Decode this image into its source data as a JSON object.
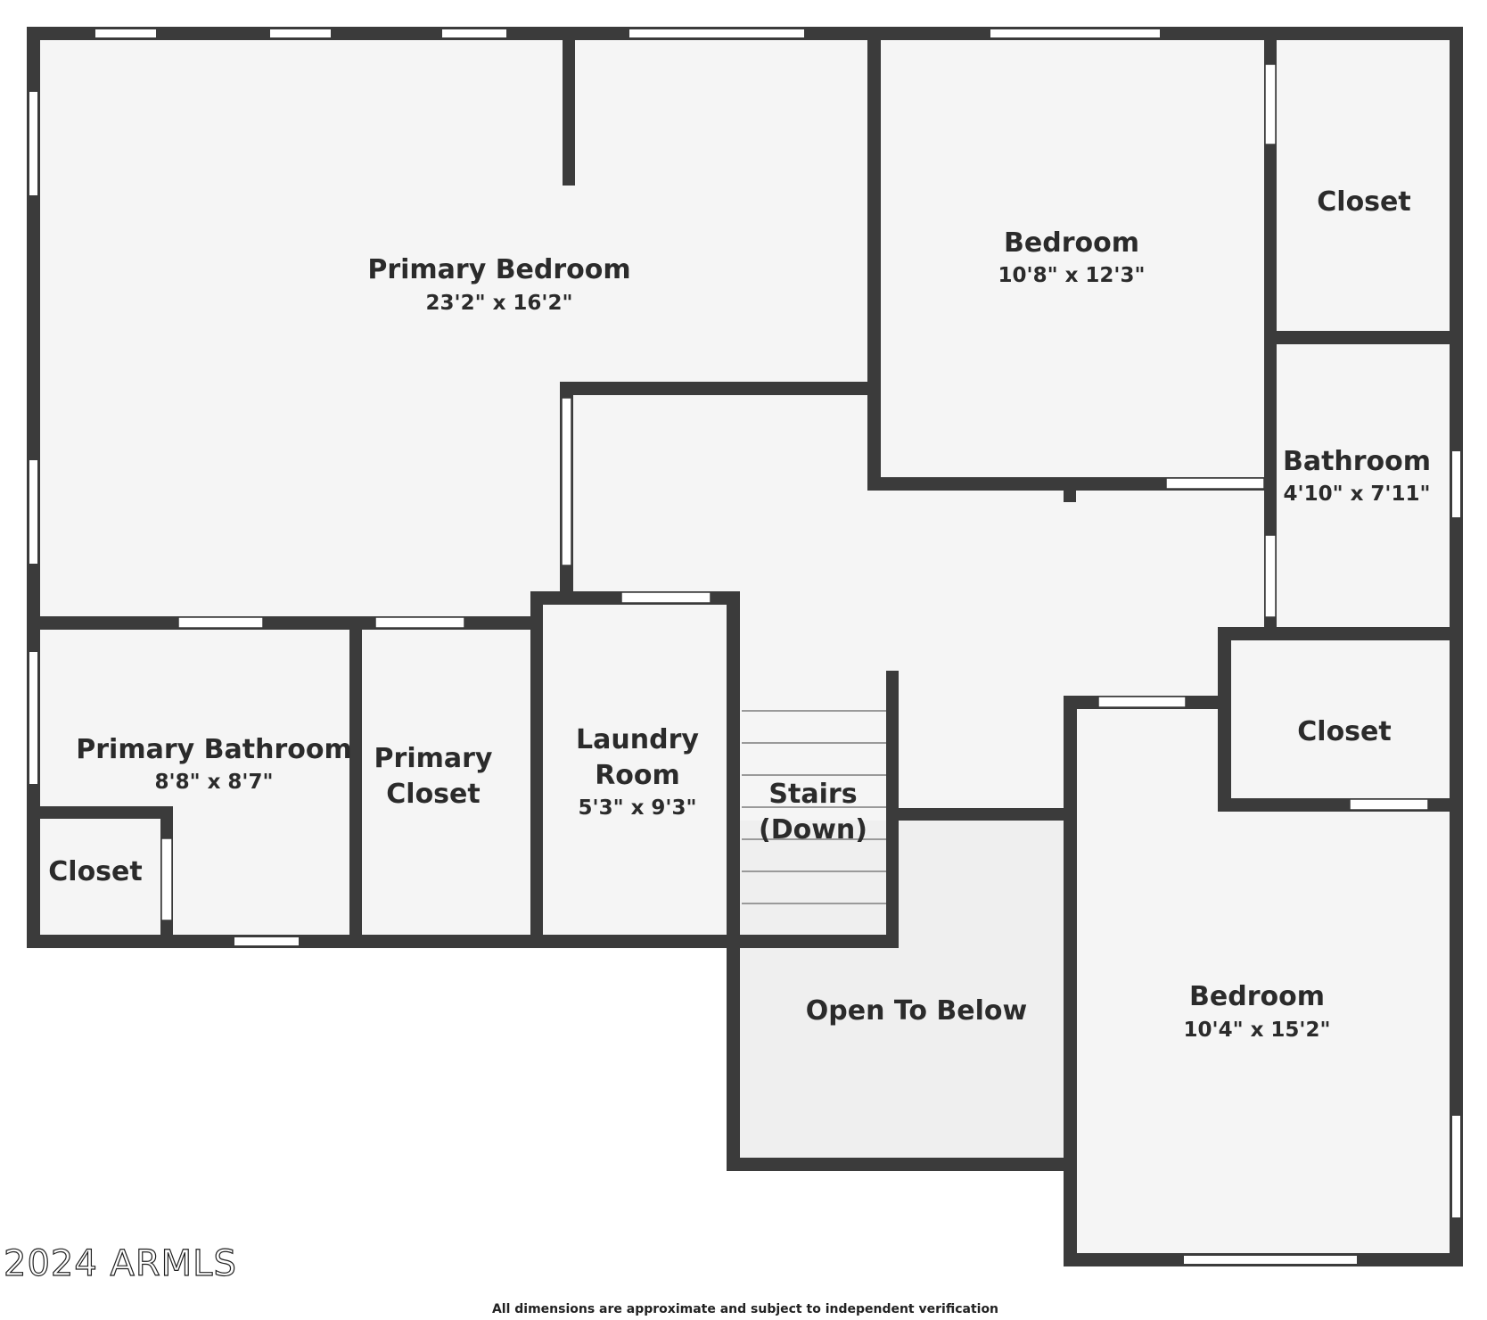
{
  "colors": {
    "wall": "#3b3b3b",
    "floor": "#f5f5f5",
    "open_below": "#efefef",
    "opening": "#ffffff",
    "stair_line": "#9a9a9a"
  },
  "rooms": {
    "primary_bedroom": {
      "name": "Primary Bedroom",
      "dims": "23'2\" x 16'2\""
    },
    "bedroom_1": {
      "name": "Bedroom",
      "dims": "10'8\" x 12'3\""
    },
    "closet_top_right": {
      "name": "Closet"
    },
    "bathroom": {
      "name": "Bathroom",
      "dims": "4'10\" x 7'11\""
    },
    "primary_bathroom": {
      "name": "Primary Bathroom",
      "dims": "8'8\" x 8'7\""
    },
    "primary_closet": {
      "name_line1": "Primary",
      "name_line2": "Closet"
    },
    "laundry_room": {
      "name_line1": "Laundry",
      "name_line2": "Room",
      "dims": "5'3\" x 9'3\""
    },
    "stairs": {
      "name_line1": "Stairs",
      "name_line2": "(Down)"
    },
    "closet_small": {
      "name": "Closet"
    },
    "closet_mid_right": {
      "name": "Closet"
    },
    "open_to_below": {
      "name": "Open To Below"
    },
    "bedroom_2": {
      "name": "Bedroom",
      "dims": "10'4\" x 15'2\""
    }
  },
  "watermark": "2024 ARMLS",
  "disclaimer": "All dimensions are approximate and subject to independent verification"
}
